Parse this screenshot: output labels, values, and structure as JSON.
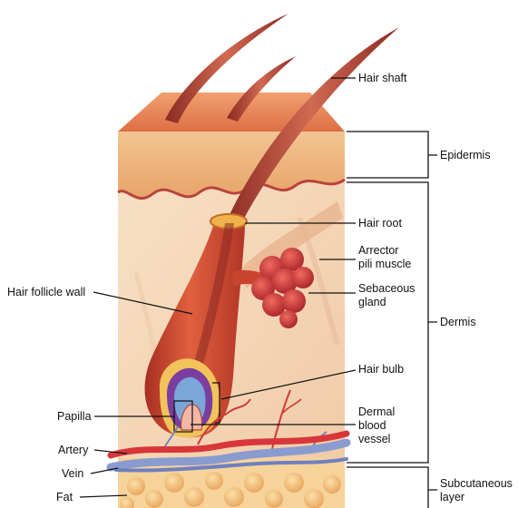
{
  "labels": {
    "hair_shaft": "Hair shaft",
    "epidermis": "Epidermis",
    "hair_root": "Hair root",
    "arrector_line1": "Arrector",
    "arrector_line2": "pili muscle",
    "sebaceous_line1": "Sebaceous",
    "sebaceous_line2": "gland",
    "hair_follicle_wall": "Hair follicle wall",
    "dermis": "Dermis",
    "hair_bulb": "Hair bulb",
    "dermal_line1": "Dermal",
    "dermal_line2": "blood",
    "dermal_line3": "vessel",
    "papilla": "Papilla",
    "artery": "Artery",
    "vein": "Vein",
    "fat": "Fat",
    "subcut_line1": "Subcutaneous",
    "subcut_line2": "layer"
  },
  "colors": {
    "epidermis": "#e9a266",
    "epidermis_top": "#e17c4f",
    "dermis": "#f5d8b8",
    "follicle": "#c9452e",
    "gland": "#c7373a",
    "artery": "#d8363a",
    "vein": "#7d8fc7",
    "fat": "#f3c27b"
  }
}
